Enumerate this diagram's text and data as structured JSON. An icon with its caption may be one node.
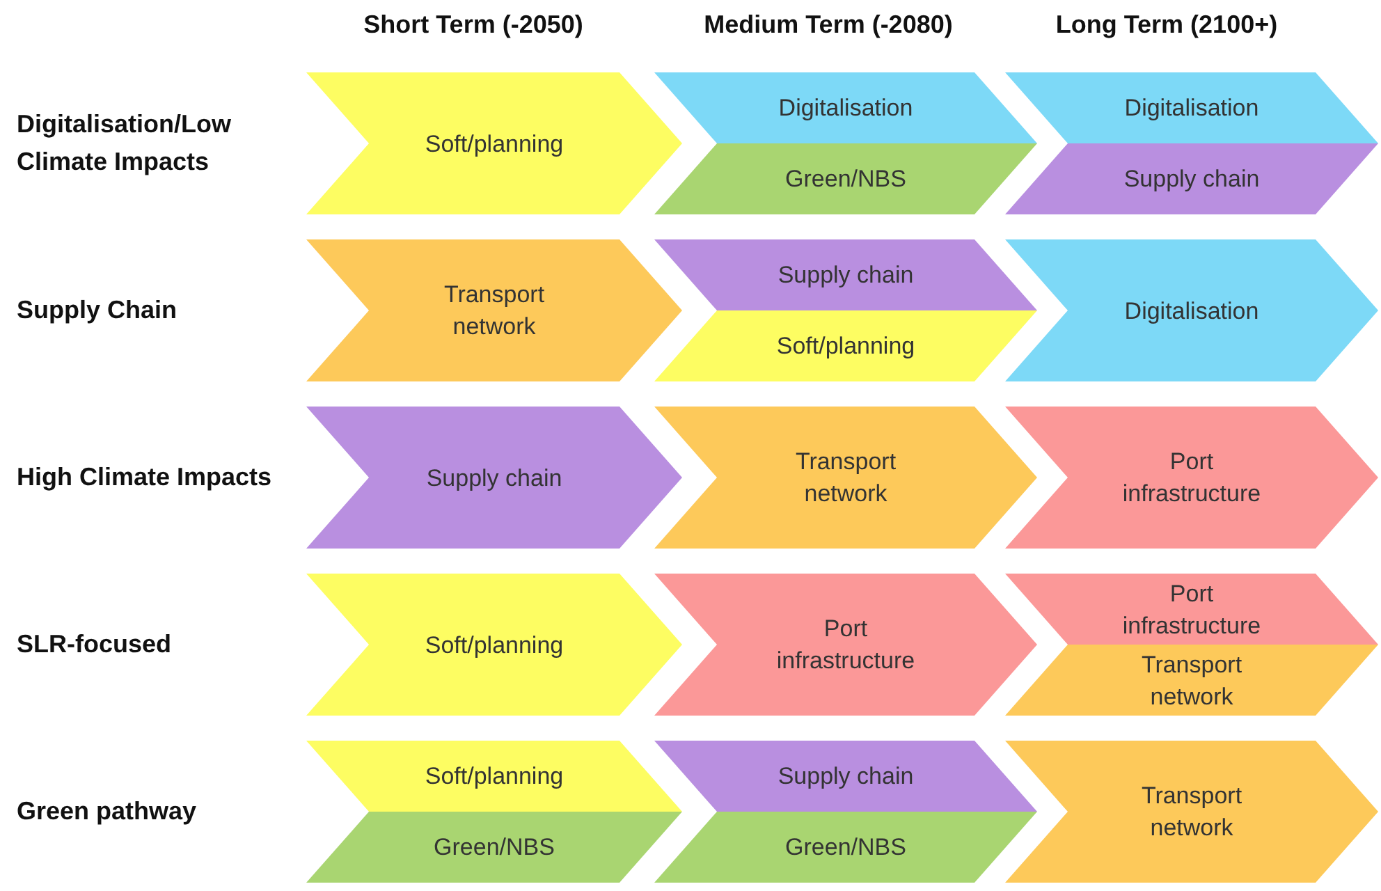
{
  "diagram": {
    "nodes": [
      {
        "text": [
          "Soft/planning"
        ]
      },
      {
        "text": [
          "Digitalisation"
        ]
      },
      {
        "text": [
          "Green/NBS"
        ]
      },
      {
        "text": [
          "Digitalisation"
        ]
      },
      {
        "text": [
          "Supply chain"
        ]
      },
      {
        "text": [
          "Transport network"
        ]
      },
      {
        "text": [
          "Supply chain"
        ]
      },
      {
        "text": [
          "Soft/planning"
        ]
      },
      {
        "text": [
          "Digitalisation"
        ]
      },
      {
        "text": [
          "Supply chain"
        ]
      },
      {
        "text": [
          "Transport network"
        ]
      },
      {
        "text": [
          "Port infrastructure"
        ]
      },
      {
        "text": [
          "Soft/planning"
        ]
      },
      {
        "text": [
          "Port infrastructure"
        ]
      },
      {
        "text": [
          "Port infrastructure"
        ]
      },
      {
        "text": [
          "Transport network"
        ]
      },
      {
        "text": [
          "Soft/planning"
        ]
      },
      {
        "text": [
          "Green/NBS"
        ]
      },
      {
        "text": [
          "Supply chain"
        ]
      },
      {
        "text": [
          "Green/NBS"
        ]
      },
      {
        "text": [
          "Transport network"
        ]
      }
    ],
    "labels": [
      "Short Term (-2050)",
      "Medium Term (-2080)",
      "Long Term (2100+)",
      "Digitalisation/Low Climate Impacts",
      "Supply Chain",
      "High Climate Impacts",
      "SLR-focused",
      "Green pathway"
    ]
  }
}
